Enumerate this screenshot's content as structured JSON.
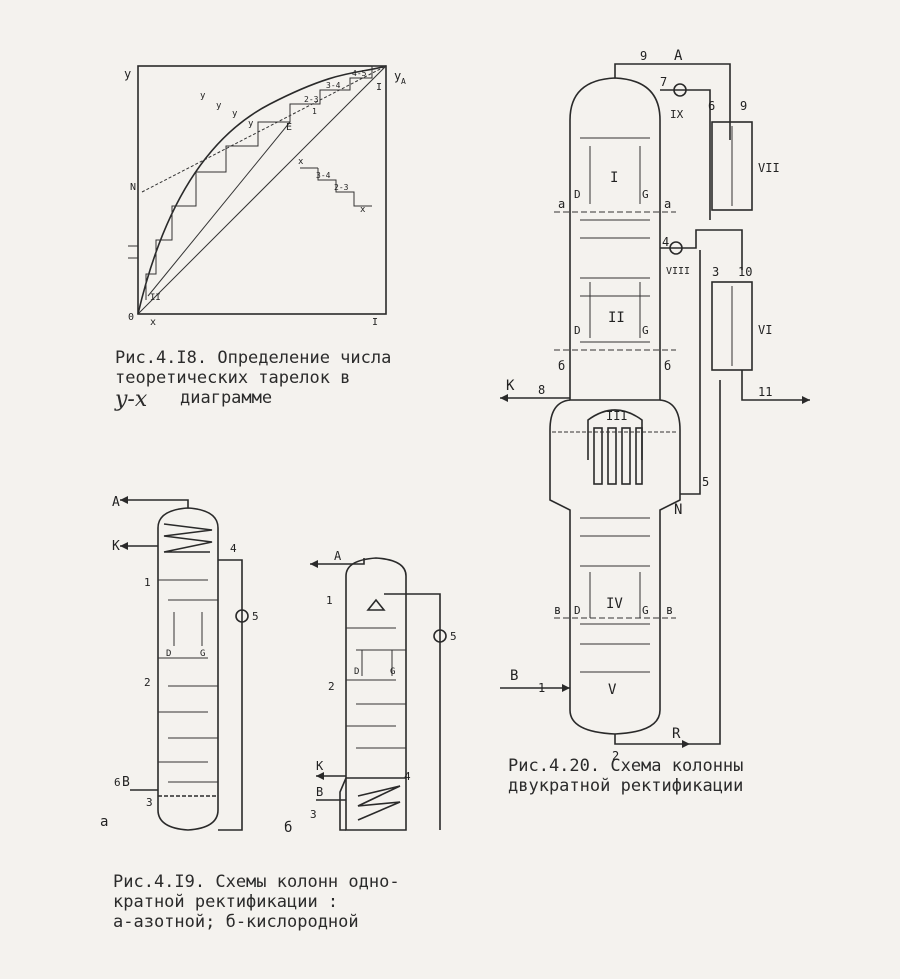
{
  "fig418": {
    "caption_line1": "Рис.4.I8. Определение числа",
    "caption_line2": "теоретических тарелок в",
    "caption_hand": "y-x",
    "caption_line3": "диаграмме",
    "axis_y": "y",
    "axis_y_right": "y",
    "axis_y_right_sub": "A",
    "axis_x_end": "I",
    "origin": "0",
    "x_start": "x",
    "point_N": "N",
    "point_E": "E",
    "point_I": "I",
    "point_II": "II",
    "x_labels": [
      "x",
      "3-4",
      "2-3",
      "x"
    ],
    "y_labels": [
      "y",
      "y",
      "y",
      "y"
    ],
    "step_labels": [
      "4-5",
      "3-4",
      "2-3",
      "1"
    ]
  },
  "fig419": {
    "caption_line1": "Рис.4.I9. Схемы колонн одно-",
    "caption_line2": "кратной ректификации :",
    "caption_line3": "а-азотной; б-кислородной",
    "sub_a": "а",
    "sub_b": "б",
    "col_a": {
      "label_A": "A",
      "label_K": "K",
      "label_B": "B",
      "num_1": "1",
      "num_2": "2",
      "num_3": "3",
      "num_4": "4",
      "num_5": "5",
      "num_6": "6",
      "flow_D": "D",
      "flow_G": "G"
    },
    "col_b": {
      "label_A": "A",
      "label_K": "K",
      "label_B": "B",
      "num_1": "1",
      "num_2": "2",
      "num_3": "3",
      "num_4": "4",
      "num_5": "5",
      "flow_D": "D",
      "flow_G": "G"
    }
  },
  "fig420": {
    "caption_line1": "Рис.4.20. Схема колонны",
    "caption_line2": "двукратной ректификации",
    "stream_A": "A",
    "stream_K": "K",
    "stream_N": "N",
    "stream_B": "B",
    "stream_R": "R",
    "sections": [
      "I",
      "II",
      "III",
      "IV",
      "V"
    ],
    "valves": [
      "IX",
      "VIII"
    ],
    "exchangers": [
      "VII",
      "VI"
    ],
    "points": [
      "1",
      "2",
      "3",
      "4",
      "5",
      "6",
      "7",
      "8",
      "9",
      "9",
      "10",
      "11"
    ],
    "cut_a": "а",
    "cut_b": "б",
    "cut_v": "в",
    "flows": [
      "D",
      "G",
      "D",
      "G",
      "D",
      "G"
    ]
  }
}
